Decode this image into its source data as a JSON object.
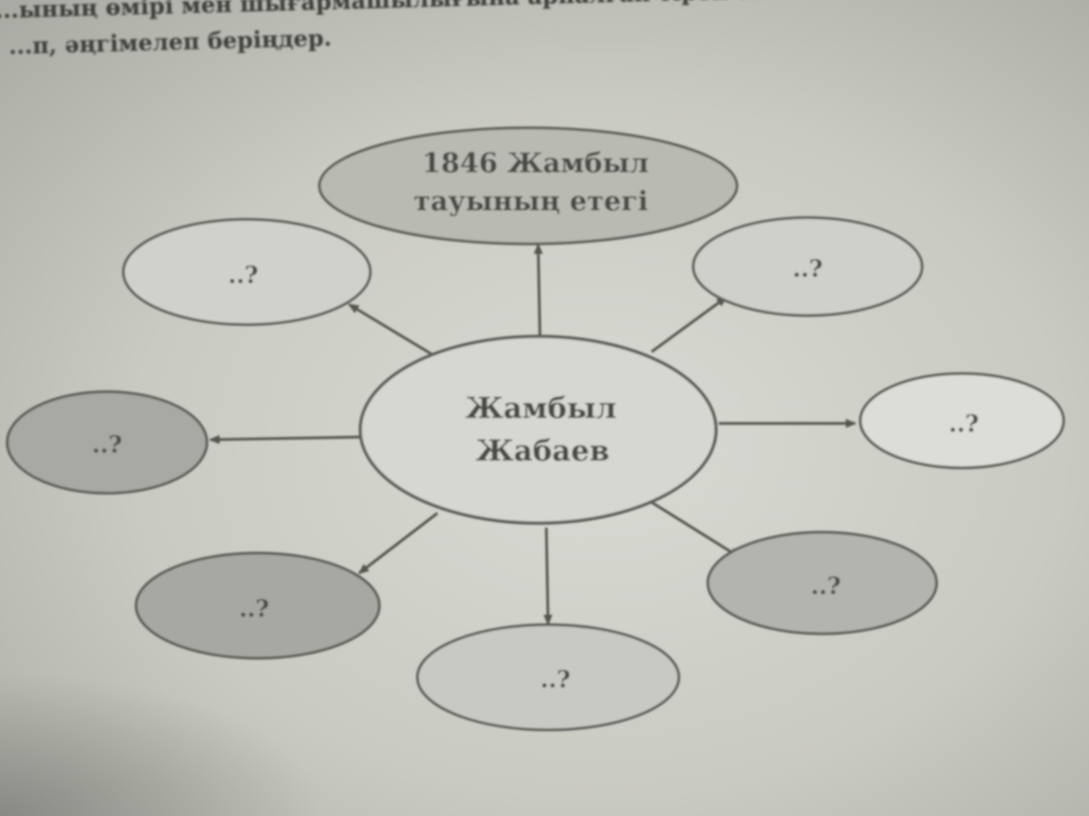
{
  "instruction": {
    "line1": "...ының өмірі мен шығармашылығына арналған тірек сызбаны толт",
    "line2": "...п, әңгімелеп беріңдер."
  },
  "diagram": {
    "center": {
      "line1": "Жамбыл",
      "line2": "Жабаев"
    },
    "top": {
      "line1": "1846 Жамбыл",
      "line2": "тауының етегі"
    },
    "placeholder": "..?",
    "colors": {
      "outline": "#5c5d58",
      "light_fill": "#d3d4cd",
      "mid_fill": "#bfc0b8",
      "dark_fill": "#9e9f98",
      "arrow": "#55564f"
    }
  }
}
